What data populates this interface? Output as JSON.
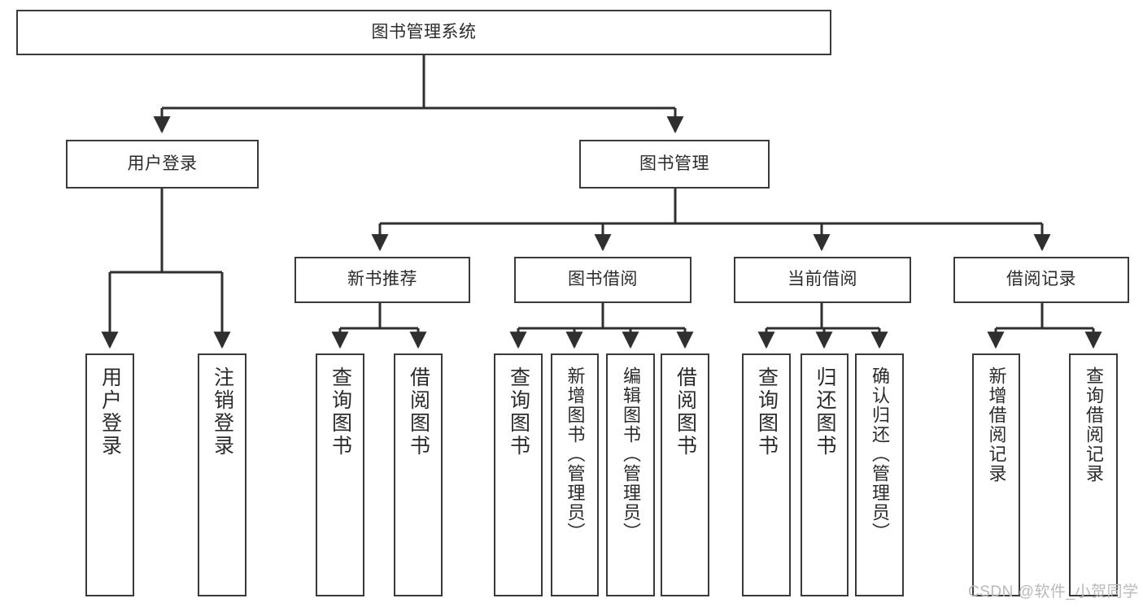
{
  "diagram": {
    "type": "hierarchy-tree",
    "title": "图书管理系统",
    "watermark": "CSDN @软件_小贺同学",
    "colors": {
      "stroke": "#3a3a3a",
      "text": "#2b2b2b",
      "background": "#ffffff",
      "watermark": "#b9b9b9"
    },
    "nodes": {
      "root": {
        "label": "图书管理系统",
        "orientation": "horizontal"
      },
      "level2": [
        {
          "label": "用户登录",
          "orientation": "horizontal"
        },
        {
          "label": "图书管理",
          "orientation": "horizontal"
        }
      ],
      "level3": [
        {
          "label": "新书推荐",
          "orientation": "horizontal"
        },
        {
          "label": "图书借阅",
          "orientation": "horizontal"
        },
        {
          "label": "当前借阅",
          "orientation": "horizontal"
        },
        {
          "label": "借阅记录",
          "orientation": "horizontal"
        }
      ],
      "leaves": {
        "user_login": [
          {
            "label": "用户登录",
            "orientation": "vertical"
          },
          {
            "label": "注销登录",
            "orientation": "vertical"
          }
        ],
        "new_book_recommend": [
          {
            "label": "查询图书",
            "orientation": "vertical"
          },
          {
            "label": "借阅图书",
            "orientation": "vertical"
          }
        ],
        "book_borrow": [
          {
            "label": "查询图书",
            "orientation": "vertical"
          },
          {
            "label": "新增图书（管理员）",
            "orientation": "vertical"
          },
          {
            "label": "编辑图书（管理员）",
            "orientation": "vertical"
          },
          {
            "label": "借阅图书",
            "orientation": "vertical"
          }
        ],
        "current_borrow": [
          {
            "label": "查询图书",
            "orientation": "vertical"
          },
          {
            "label": "归还图书",
            "orientation": "vertical"
          },
          {
            "label": "确认归还（管理员）",
            "orientation": "vertical"
          }
        ],
        "borrow_record": [
          {
            "label": "新增借阅记录",
            "orientation": "vertical"
          },
          {
            "label": "查询借阅记录",
            "orientation": "vertical"
          }
        ]
      }
    }
  }
}
